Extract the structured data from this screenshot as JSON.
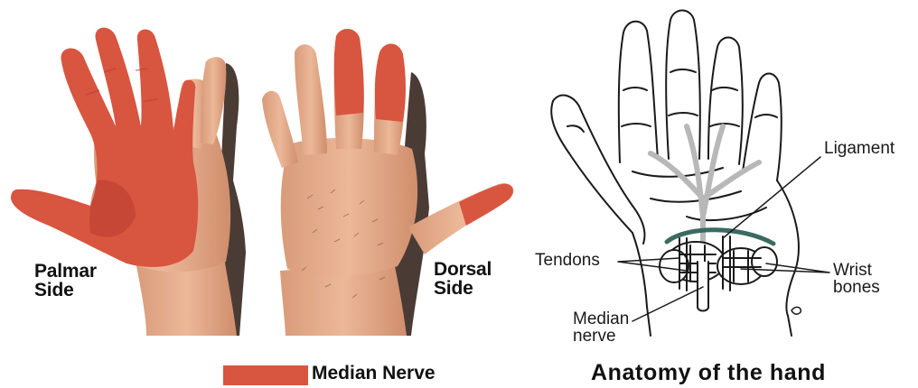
{
  "colors": {
    "median_nerve": "#d85540",
    "skin": "#e9b190",
    "skin_shadow": "#c98868",
    "ink": "#1a1a1a",
    "nerve_gray": "#b8b8b8",
    "ligament": "#3a6b60"
  },
  "left_panel": {
    "palmar_label_line1": "Palmar",
    "palmar_label_line2": "Side",
    "dorsal_label_line1": "Dorsal",
    "dorsal_label_line2": "Side",
    "legend_label": "Median Nerve"
  },
  "right_panel": {
    "ligament_label": "Ligament",
    "tendons_label": "Tendons",
    "wrist_bones_label_line1": "Wrist",
    "wrist_bones_label_line2": "bones",
    "median_nerve_label_line1": "Median",
    "median_nerve_label_line2": "nerve",
    "caption": "Anatomy of the hand"
  }
}
